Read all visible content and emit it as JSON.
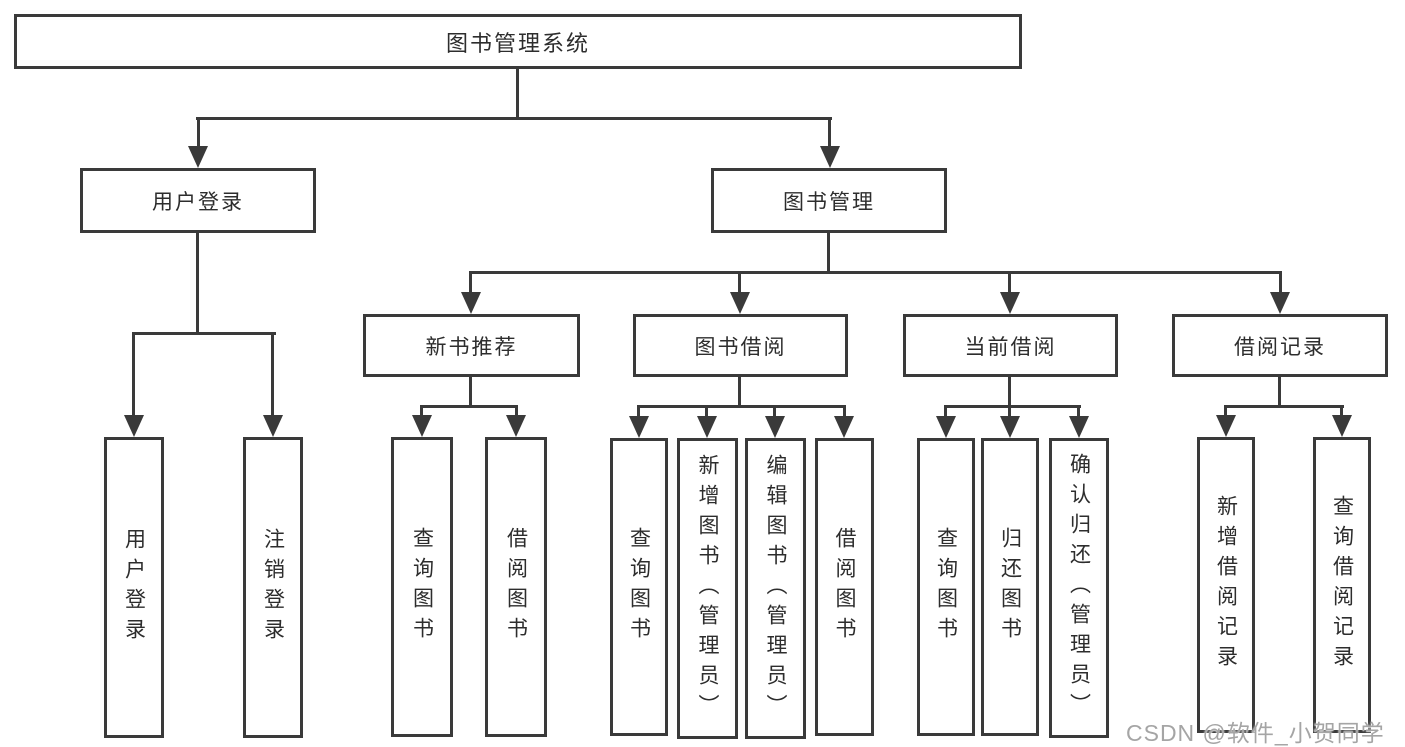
{
  "tree": {
    "root": {
      "label": "图书管理系统"
    },
    "branches": [
      {
        "label": "用户登录",
        "children": [
          {
            "label": "用户登录"
          },
          {
            "label": "注销登录"
          }
        ]
      },
      {
        "label": "图书管理",
        "children": [
          {
            "label": "新书推荐",
            "children": [
              {
                "label": "查询图书"
              },
              {
                "label": "借阅图书"
              }
            ]
          },
          {
            "label": "图书借阅",
            "children": [
              {
                "label": "查询图书"
              },
              {
                "label": "新增图书（管理员）"
              },
              {
                "label": "编辑图书（管理员）"
              },
              {
                "label": "借阅图书"
              }
            ]
          },
          {
            "label": "当前借阅",
            "children": [
              {
                "label": "查询图书"
              },
              {
                "label": "归还图书"
              },
              {
                "label": "确认归还（管理员）"
              }
            ]
          },
          {
            "label": "借阅记录",
            "children": [
              {
                "label": "新增借阅记录"
              },
              {
                "label": "查询借阅记录"
              }
            ]
          }
        ]
      }
    ]
  },
  "watermark": {
    "text": "CSDN @软件_小贺同学"
  },
  "colors": {
    "line": "#3a3a3a",
    "text": "#2d2d2d",
    "watermark": "#a5a5a5",
    "background": "#ffffff"
  }
}
